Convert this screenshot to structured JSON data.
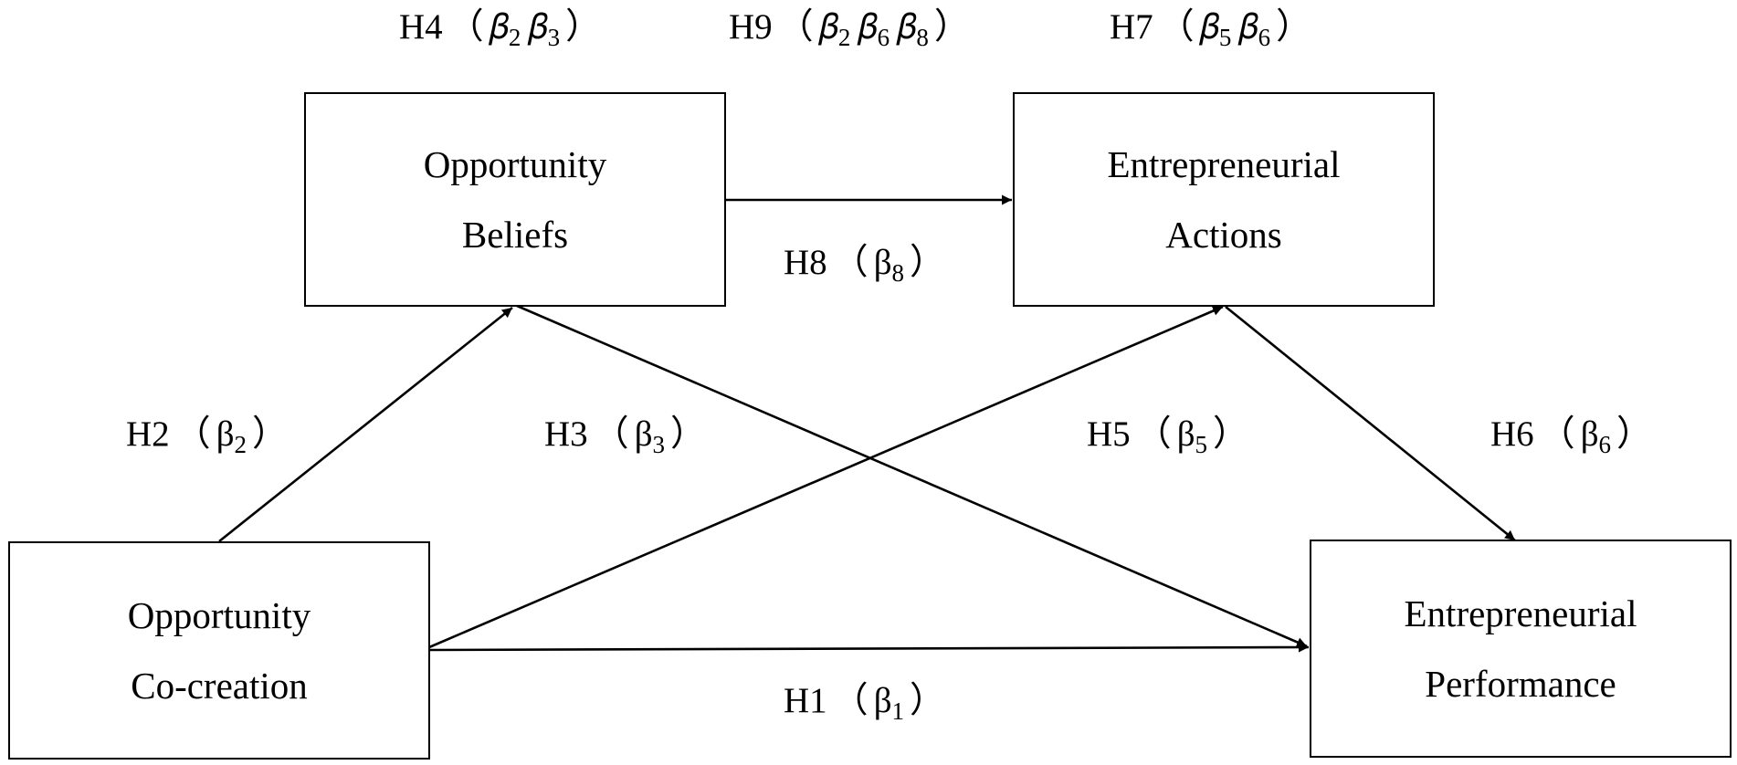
{
  "nodes": {
    "opportunity_cocreation": {
      "line1": "Opportunity",
      "line2": "Co-creation"
    },
    "opportunity_beliefs": {
      "line1": "Opportunity",
      "line2": "Beliefs"
    },
    "entrepreneurial_actions": {
      "line1": "Entrepreneurial",
      "line2": "Actions"
    },
    "entrepreneurial_performance": {
      "line1": "Entrepreneurial",
      "line2": "Performance"
    }
  },
  "paths": {
    "h1": {
      "name": "H1",
      "coef": [
        {
          "sym": "β",
          "sub": "1"
        }
      ]
    },
    "h2": {
      "name": "H2",
      "coef": [
        {
          "sym": "β",
          "sub": "2"
        }
      ]
    },
    "h3": {
      "name": "H3",
      "coef": [
        {
          "sym": "β",
          "sub": "3"
        }
      ]
    },
    "h4": {
      "name": "H4",
      "coef": [
        {
          "sym": "𝛽",
          "sub": "2"
        },
        {
          "sym": "𝛽",
          "sub": "3"
        }
      ]
    },
    "h5": {
      "name": "H5",
      "coef": [
        {
          "sym": "β",
          "sub": "5"
        }
      ]
    },
    "h6": {
      "name": "H6",
      "coef": [
        {
          "sym": "β",
          "sub": "6"
        }
      ]
    },
    "h7": {
      "name": "H7",
      "coef": [
        {
          "sym": "𝛽",
          "sub": "5"
        },
        {
          "sym": "𝛽",
          "sub": "6"
        }
      ]
    },
    "h8": {
      "name": "H8",
      "coef": [
        {
          "sym": "β",
          "sub": "8"
        }
      ]
    },
    "h9": {
      "name": "H9",
      "coef": [
        {
          "sym": "𝛽",
          "sub": "2"
        },
        {
          "sym": "𝛽",
          "sub": "6"
        },
        {
          "sym": "𝛽",
          "sub": "8"
        }
      ]
    }
  },
  "punctuation": {
    "open": "（",
    "close": "）"
  },
  "colors": {
    "stroke": "#000000",
    "background": "#ffffff"
  }
}
